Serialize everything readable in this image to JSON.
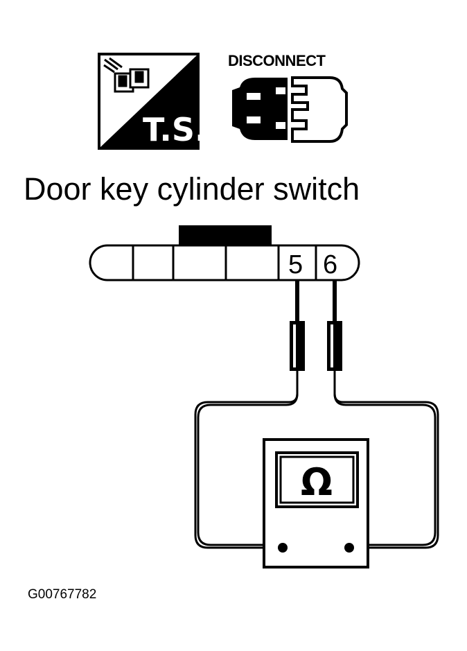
{
  "ts_icon": {
    "label": "T.S."
  },
  "disconnect_icon": {
    "label": "DISCONNECT"
  },
  "title": "Door key cylinder switch",
  "connector": {
    "terminals": [
      "5",
      "6"
    ]
  },
  "meter": {
    "symbol": "Ω"
  },
  "figure_code": "G00767782",
  "colors": {
    "ink": "#000000",
    "paper": "#ffffff"
  }
}
